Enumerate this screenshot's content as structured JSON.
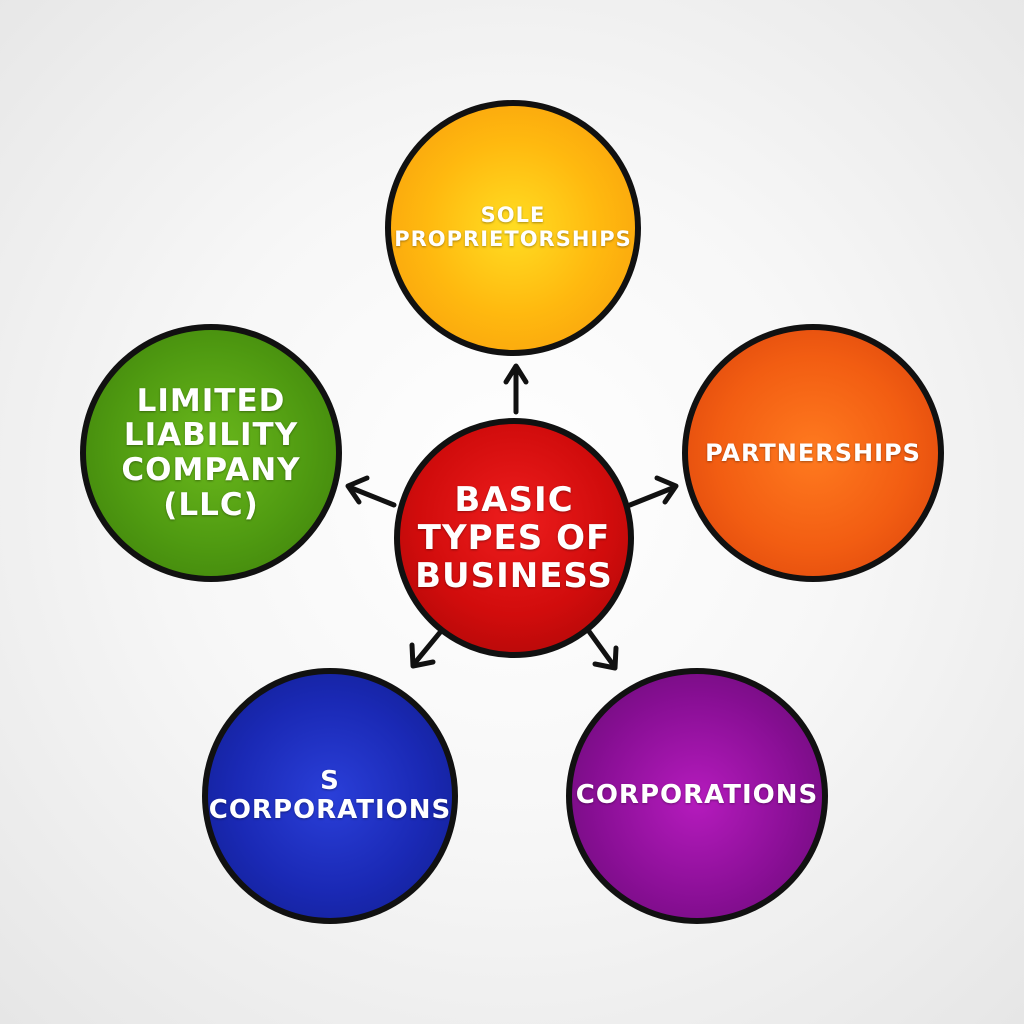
{
  "diagram": {
    "center": {
      "label": "BASIC\nTYPES OF\nBUSINESS",
      "color": "#d10c0c"
    },
    "nodes": {
      "sole": {
        "label": "SOLE\nPROPRIETORSHIPS",
        "color": "#ffb90f"
      },
      "partnerships": {
        "label": "PARTNERSHIPS",
        "color": "#f25d12"
      },
      "llc": {
        "label": "LIMITED\nLIABILITY\nCOMPANY\n(LLC)",
        "color": "#4f9a11"
      },
      "s_corporations": {
        "label": "S\nCORPORATIONS",
        "color": "#1a29b5"
      },
      "corporations": {
        "label": "CORPORATIONS",
        "color": "#8a0f96"
      }
    },
    "arrow_color": "#111111",
    "background_color": "#f5f5f5"
  }
}
